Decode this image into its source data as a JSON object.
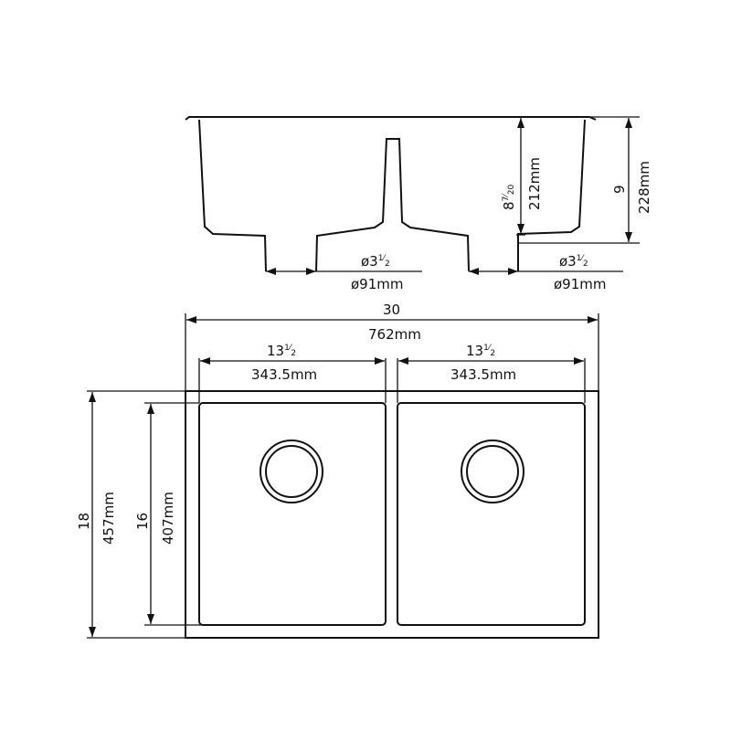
{
  "side_view": {
    "depth_imperial_whole": "8",
    "depth_imperial_num": "7",
    "depth_imperial_den": "20",
    "depth_metric": "212mm",
    "height_imperial": "9",
    "height_metric": "228mm",
    "drain_left_imperial_whole": "ø3",
    "drain_left_imperial_num": "1",
    "drain_left_imperial_den": "2",
    "drain_left_metric": "ø91mm",
    "drain_right_imperial_whole": "ø3",
    "drain_right_imperial_num": "1",
    "drain_right_imperial_den": "2",
    "drain_right_metric": "ø91mm"
  },
  "plan_view": {
    "overall_width_imperial": "30",
    "overall_width_metric": "762mm",
    "left_bowl_width_imperial_whole": "13",
    "left_bowl_width_imperial_num": "1",
    "left_bowl_width_imperial_den": "2",
    "left_bowl_width_metric": "343.5mm",
    "right_bowl_width_imperial_whole": "13",
    "right_bowl_width_imperial_num": "1",
    "right_bowl_width_imperial_den": "2",
    "right_bowl_width_metric": "343.5mm",
    "overall_depth_imperial": "18",
    "overall_depth_metric": "457mm",
    "bowl_depth_imperial": "16",
    "bowl_depth_metric": "407mm"
  }
}
